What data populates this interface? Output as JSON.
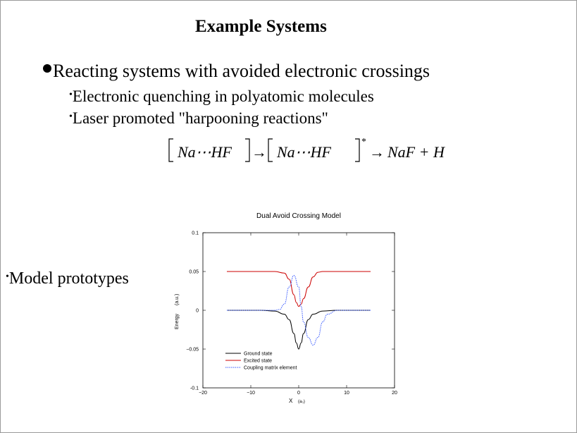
{
  "slide": {
    "title": "Example Systems",
    "bullet_main": "Reacting systems with avoided electronic crossings",
    "sub_items": [
      "Electronic quenching in polyatomic molecules",
      "Laser promoted \"harpooning reactions\""
    ],
    "side_item": "Model prototypes",
    "equation": {
      "left_species": "Na⋯HF",
      "excited_star": "*",
      "arrow": "→",
      "products": "NaF + H"
    }
  },
  "chart_data": {
    "type": "line",
    "title": "Dual Avoid Crossing Model",
    "xlabel": "X",
    "xlabel_unit": "(a₀)",
    "ylabel": "Energy",
    "ylabel_unit": "(a.u.)",
    "xlim": [
      -20,
      20
    ],
    "ylim": [
      -0.1,
      0.1
    ],
    "xticks": [
      -20,
      -10,
      0,
      10,
      20
    ],
    "yticks": [
      -0.1,
      -0.05,
      0,
      0.05,
      0.1
    ],
    "ytick_labels": [
      "-0.1",
      "−0.05",
      "0",
      "0.05",
      "0.1"
    ],
    "xtick_labels": [
      "−20",
      "−10",
      "0",
      "10",
      "20"
    ],
    "legend_position": "bottom-left",
    "grid": false,
    "series": [
      {
        "name": "Ground state",
        "color": "#000000",
        "style": "solid",
        "x": [
          -15,
          -8,
          -5,
          -3,
          -2,
          -1,
          -0.5,
          0,
          0.5,
          1,
          2,
          3,
          5,
          8,
          15
        ],
        "y": [
          0,
          0,
          -0.001,
          -0.005,
          -0.012,
          -0.03,
          -0.042,
          -0.05,
          -0.042,
          -0.03,
          -0.012,
          -0.005,
          -0.001,
          0,
          0
        ]
      },
      {
        "name": "Excited state",
        "color": "#cc0000",
        "style": "solid",
        "x": [
          -15,
          -5,
          -3,
          -2,
          -1,
          -0.5,
          0,
          0.5,
          1,
          2,
          3,
          4,
          5,
          15
        ],
        "y": [
          0.05,
          0.05,
          0.048,
          0.04,
          0.02,
          0.01,
          0.005,
          0.008,
          0.015,
          0.03,
          0.043,
          0.049,
          0.05,
          0.05
        ]
      },
      {
        "name": "Coupling matrix element",
        "color": "#3355ff",
        "style": "dotted",
        "x": [
          -15,
          -5,
          -4,
          -3,
          -2,
          -1,
          0,
          0.5,
          1,
          2,
          3,
          4,
          5,
          6,
          8,
          15
        ],
        "y": [
          0,
          0,
          0.001,
          0.008,
          0.03,
          0.045,
          0.03,
          0.005,
          -0.015,
          -0.035,
          -0.045,
          -0.035,
          -0.015,
          -0.005,
          0,
          0
        ]
      }
    ]
  }
}
